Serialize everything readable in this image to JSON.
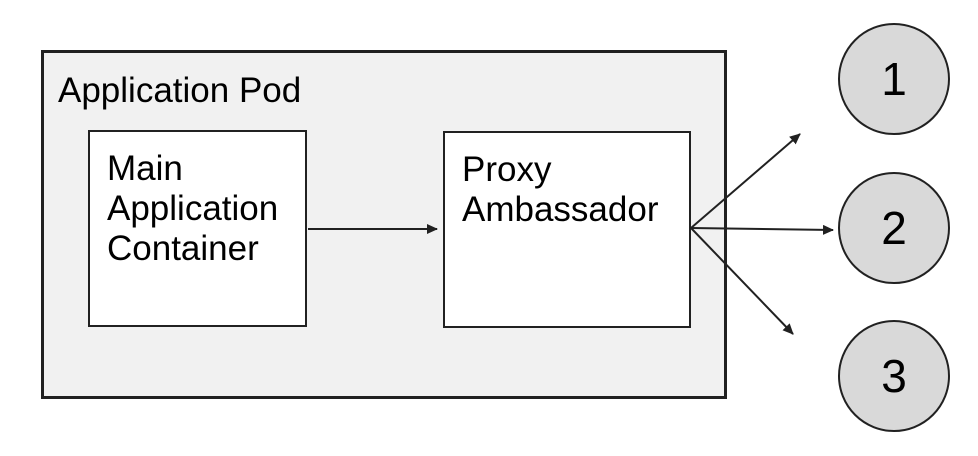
{
  "diagram": {
    "pod": {
      "title": "Application Pod"
    },
    "nodes": [
      {
        "id": "main-application-container",
        "label": "Main Application Container"
      },
      {
        "id": "proxy-ambassador",
        "label": "Proxy Ambassador"
      }
    ],
    "endpoints": [
      {
        "id": "endpoint-1",
        "label": "1"
      },
      {
        "id": "endpoint-2",
        "label": "2"
      },
      {
        "id": "endpoint-3",
        "label": "3"
      }
    ],
    "edges": [
      {
        "from": "main-application-container",
        "to": "proxy-ambassador"
      },
      {
        "from": "proxy-ambassador",
        "to": "endpoint-1"
      },
      {
        "from": "proxy-ambassador",
        "to": "endpoint-2"
      },
      {
        "from": "proxy-ambassador",
        "to": "endpoint-3"
      }
    ],
    "colors": {
      "pod_fill": "#f1f1f1",
      "node_fill": "#ffffff",
      "endpoint_fill": "#d9d9d9",
      "stroke": "#212121",
      "background": "#ffffff"
    }
  }
}
